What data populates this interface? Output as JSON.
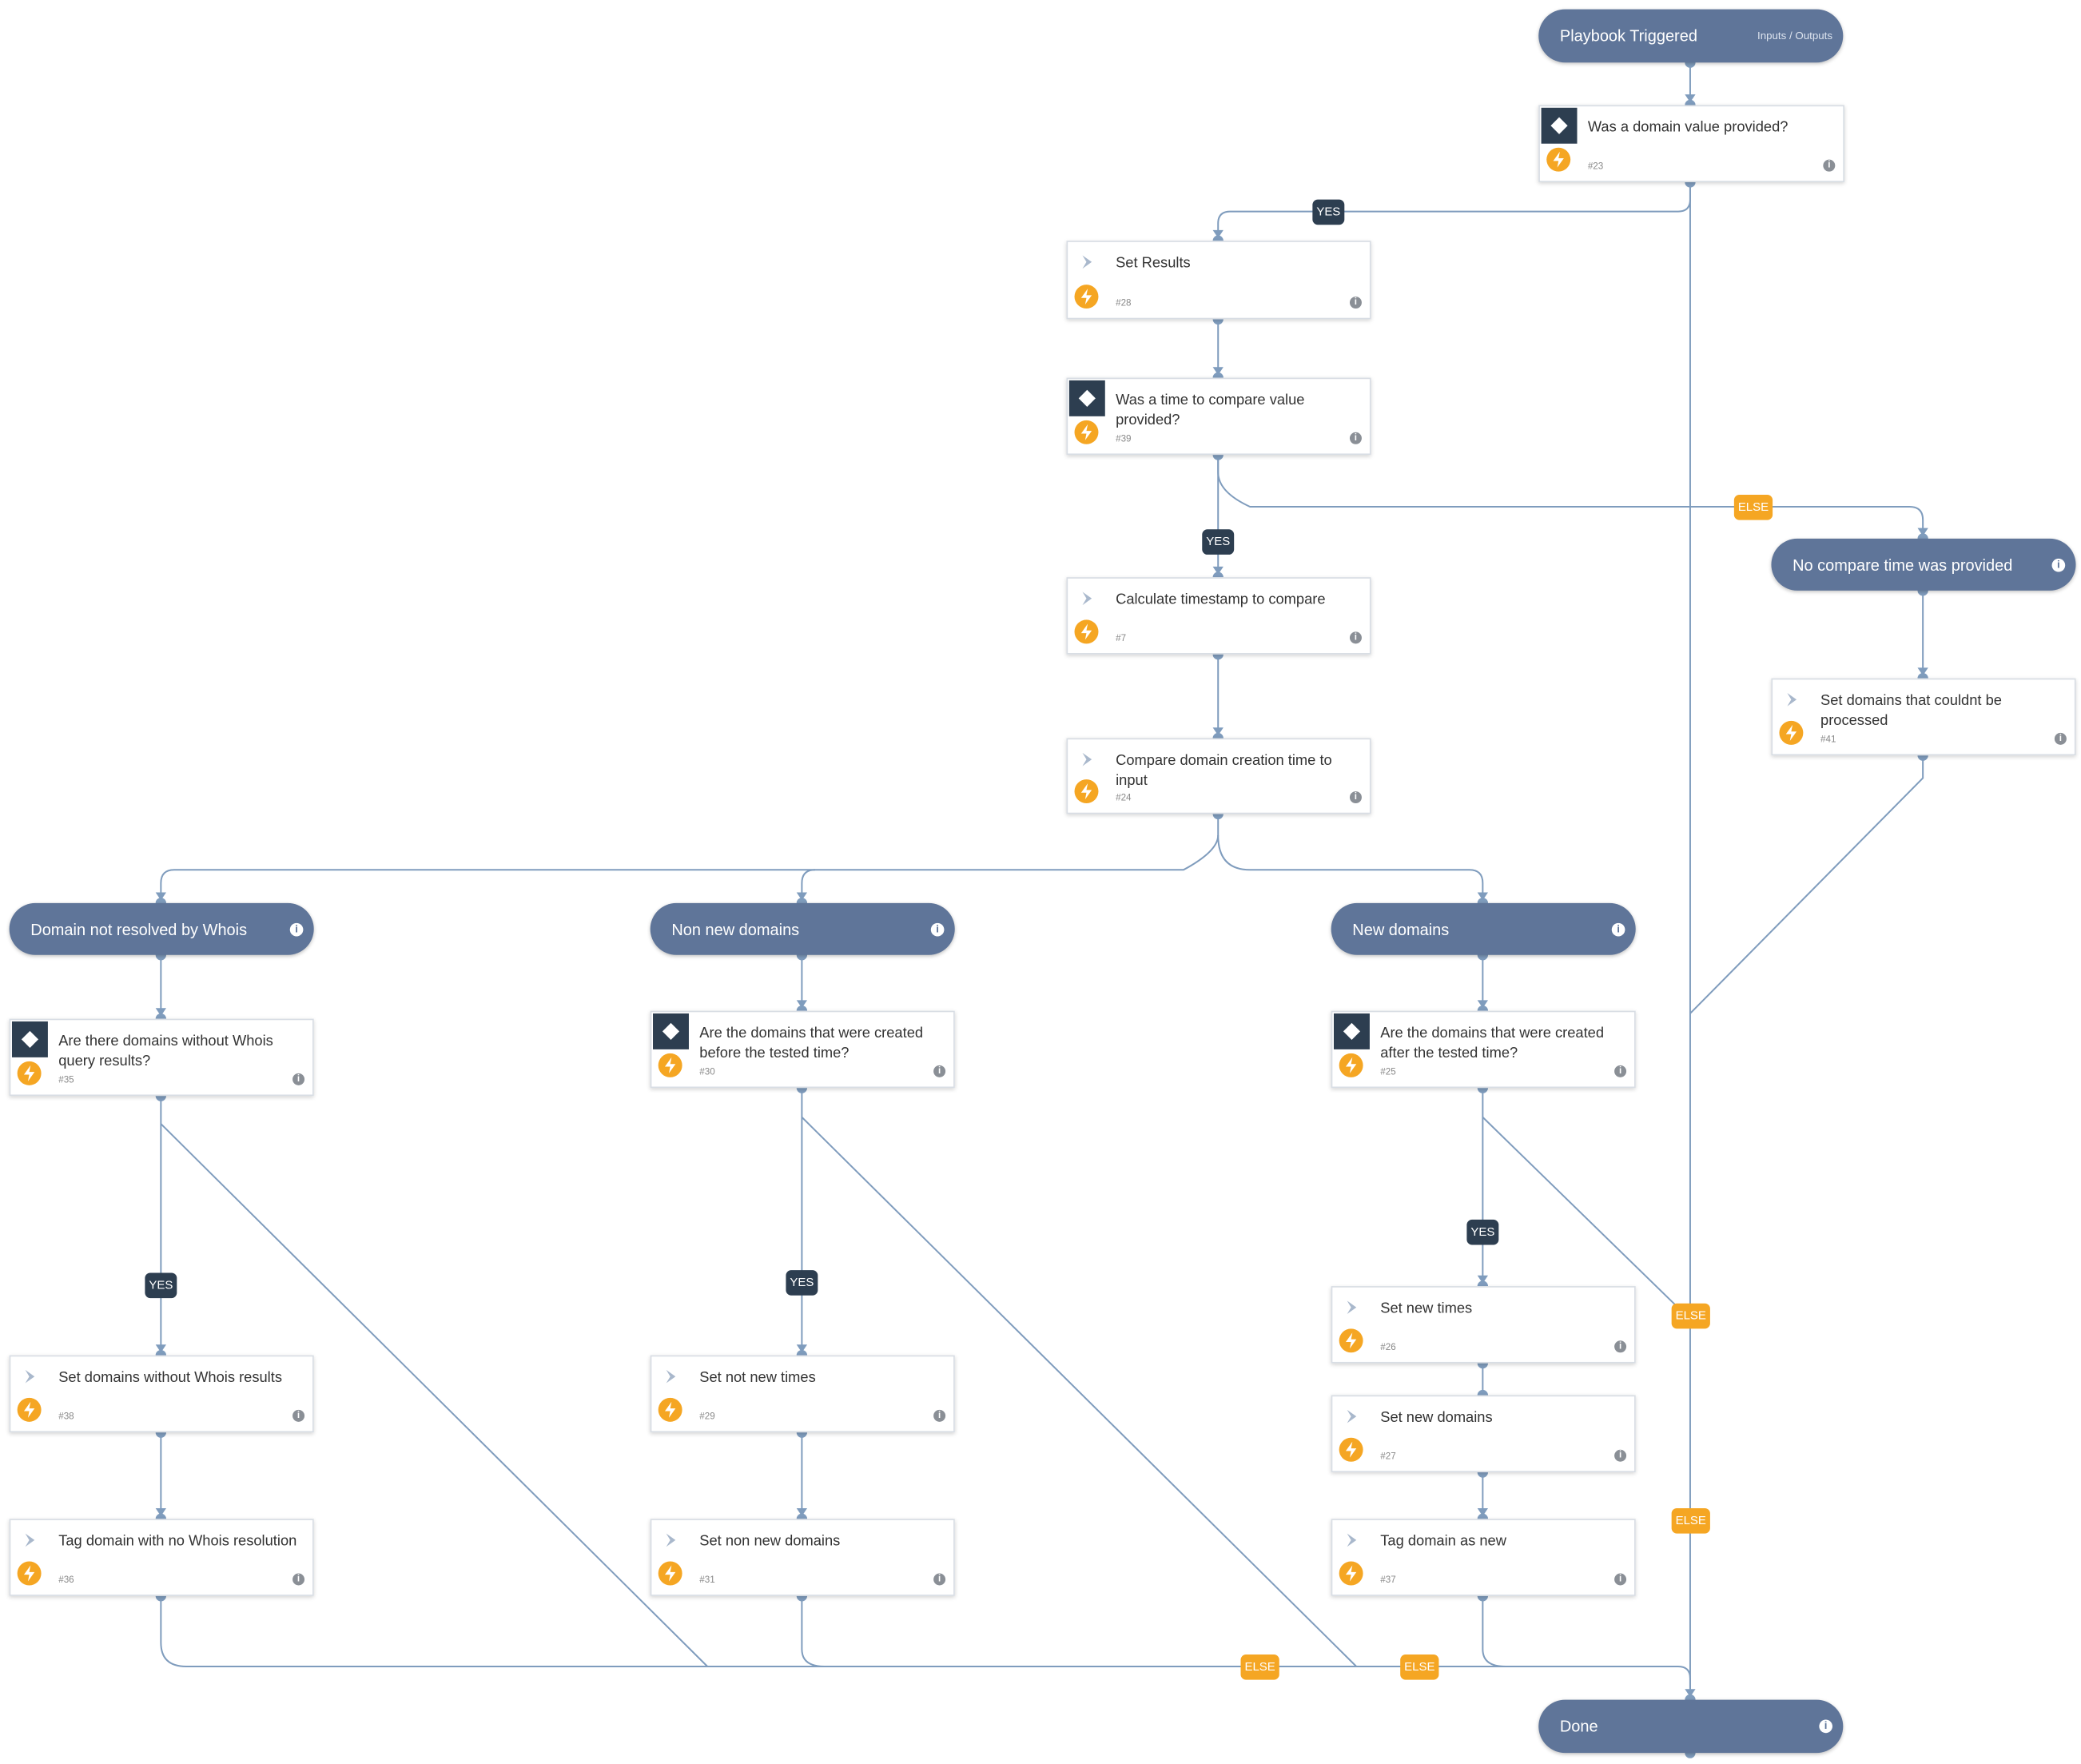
{
  "colors": {
    "pill": "#5f7599",
    "edge": "#7f9cbd",
    "yes_label": "#2d3e50",
    "else_label": "#f5a623",
    "bolt": "#f5a623",
    "condition_badge": "#2d3e50"
  },
  "pills": {
    "trigger": {
      "label": "Playbook Triggered",
      "io": "Inputs / Outputs"
    },
    "no_compare": {
      "label": "No compare time was provided"
    },
    "not_resolved": {
      "label": "Domain not resolved by Whois"
    },
    "non_new": {
      "label": "Non new domains"
    },
    "new_domains": {
      "label": "New domains"
    },
    "done": {
      "label": "Done"
    }
  },
  "tasks": {
    "t23": {
      "title": "Was a domain value provided?",
      "num": "#23",
      "kind": "condition"
    },
    "t28": {
      "title": "Set Results",
      "num": "#28",
      "kind": "action"
    },
    "t39": {
      "title": "Was a time to compare value provided?",
      "num": "#39",
      "kind": "condition"
    },
    "t7": {
      "title": "Calculate timestamp to compare",
      "num": "#7",
      "kind": "action"
    },
    "t24": {
      "title": "Compare domain creation time to input",
      "num": "#24",
      "kind": "action"
    },
    "t41": {
      "title": "Set domains that couldnt be processed",
      "num": "#41",
      "kind": "action"
    },
    "t35": {
      "title": "Are there domains without Whois query results?",
      "num": "#35",
      "kind": "condition"
    },
    "t30": {
      "title": "Are the domains that were created before the tested time?",
      "num": "#30",
      "kind": "condition"
    },
    "t25": {
      "title": "Are the domains that were created after the tested time?",
      "num": "#25",
      "kind": "condition"
    },
    "t38": {
      "title": "Set domains without Whois results",
      "num": "#38",
      "kind": "action"
    },
    "t29": {
      "title": "Set not new times",
      "num": "#29",
      "kind": "action"
    },
    "t26": {
      "title": "Set new times",
      "num": "#26",
      "kind": "action"
    },
    "t27": {
      "title": "Set new domains",
      "num": "#27",
      "kind": "action"
    },
    "t36": {
      "title": "Tag domain with no Whois resolution",
      "num": "#36",
      "kind": "action"
    },
    "t31": {
      "title": "Set non new domains",
      "num": "#31",
      "kind": "action"
    },
    "t37": {
      "title": "Tag domain as new",
      "num": "#37",
      "kind": "action"
    }
  },
  "edge_labels": {
    "yes_23": "YES",
    "else_39": "ELSE",
    "yes_39": "YES",
    "yes_25": "YES",
    "else_25": "ELSE",
    "else_23": "ELSE",
    "yes_35": "YES",
    "yes_30": "YES",
    "else_35": "ELSE",
    "else_30": "ELSE"
  },
  "info_glyph": "i"
}
